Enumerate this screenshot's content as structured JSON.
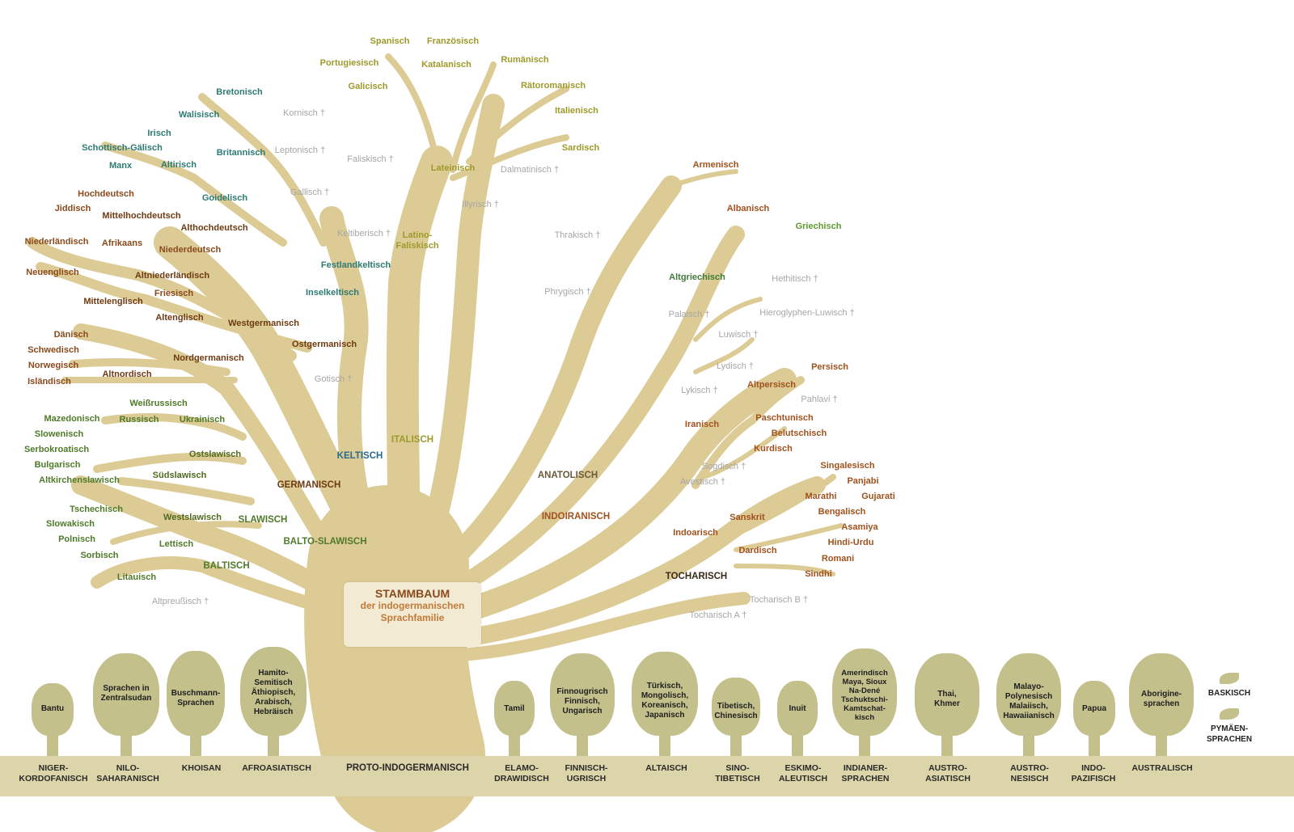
{
  "title": {
    "line1": "STAMMBAUM",
    "line2": "der indogermanischen",
    "line3": "Sprachfamilie"
  },
  "colors": {
    "trunk": "#dccb95",
    "ground": "#ddd5aa",
    "bush": "#c3c08c"
  },
  "labels": {
    "spanisch": "Spanisch",
    "franzoesisch": "Französisch",
    "portugiesisch": "Portugiesisch",
    "katalanisch": "Katalanisch",
    "rumaenisch": "Rumänisch",
    "galicisch": "Galicisch",
    "raetoromanisch": "Rätoromanisch",
    "italienisch": "Italienisch",
    "sardisch": "Sardisch",
    "lateinisch": "Lateinisch",
    "dalmatinisch": "Dalmatinisch †",
    "faliskisch": "Faliskisch †",
    "latino_faliskisch": "Latino-\nFaliskisch",
    "italisch": "ITALISCH",
    "bretonisch": "Bretonisch",
    "kornisch": "Kornisch †",
    "walisisch": "Walisisch",
    "irisch": "Irisch",
    "schottisch": "Schottisch-Gälisch",
    "britannisch": "Britannisch",
    "manx": "Manx",
    "altirisch": "Altirisch",
    "goidelisch": "Goidelisch",
    "leptonisch": "Leptonisch †",
    "gallisch": "Gallisch †",
    "keltiberisch": "Keltiberisch †",
    "festlandkeltisch": "Festlandkeltisch",
    "inselkeltisch": "Inselkeltisch",
    "keltisch": "KELTISCH",
    "hochdeutsch": "Hochdeutsch",
    "jiddisch": "Jiddisch",
    "mittelhochdeutsch": "Mittelhochdeutsch",
    "althochdeutsch": "Althochdeutsch",
    "niederlaendisch": "Niederländisch",
    "afrikaans": "Afrikaans",
    "niederdeutsch": "Niederdeutsch",
    "altniederlaendisch": "Altniederländisch",
    "neuenglisch": "Neuenglisch",
    "friesisch": "Friesisch",
    "mittelenglisch": "Mittelenglisch",
    "altenglisch": "Altenglisch",
    "westgermanisch": "Westgermanisch",
    "ostgermanisch": "Ostgermanisch",
    "gotisch": "Gotisch †",
    "daenisch": "Dänisch",
    "schwedisch": "Schwedisch",
    "norwegisch": "Norwegisch",
    "islaendisch": "Isländisch",
    "altnordisch": "Altnordisch",
    "nordgermanisch": "Nordgermanisch",
    "germanisch": "GERMANISCH",
    "weissrussisch": "Weißrussisch",
    "mazedonisch": "Mazedonisch",
    "russisch": "Russisch",
    "ukrainisch": "Ukrainisch",
    "slowenisch": "Slowenisch",
    "serbokroatisch": "Serbokroatisch",
    "ostslawisch": "Ostslawisch",
    "bulgarisch": "Bulgarisch",
    "suedslawisch": "Südslawisch",
    "altkirchenslawisch": "Altkirchenslawisch",
    "tschechisch": "Tschechisch",
    "westslawisch": "Westslawisch",
    "slowakisch": "Slowakisch",
    "slawisch": "SLAWISCH",
    "polnisch": "Polnisch",
    "balto_slawisch": "BALTO-SLAWISCH",
    "lettisch": "Lettisch",
    "sorbisch": "Sorbisch",
    "baltisch": "BALTISCH",
    "litauisch": "Litauisch",
    "altpreussisch": "Altpreußisch †",
    "armenisch": "Armenisch",
    "illyrisch": "Illyrisch †",
    "albanisch": "Albanisch",
    "thrakisch": "Thrakisch †",
    "griechisch": "Griechisch",
    "phrygisch": "Phrygisch †",
    "altgriechisch": "Altgriechisch",
    "hethitisch": "Hethitisch †",
    "palaisch": "Palaisch †",
    "hieroglyphen": "Hieroglyphen-Luwisch †",
    "luwisch": "Luwisch †",
    "lydisch": "Lydisch †",
    "persisch": "Persisch",
    "lykisch": "Lykisch †",
    "altpersisch": "Altpersisch",
    "pahlavi": "Pahlavi †",
    "iranisch": "Iranisch",
    "paschtunisch": "Paschtunisch",
    "belutschisch": "Belutschisch",
    "kurdisch": "Kurdisch",
    "anatolisch": "ANATOLISCH",
    "sogdisch": "Sogdisch †",
    "avestisch": "Avestisch †",
    "singalesisch": "Singalesisch",
    "panjabi": "Panjabi",
    "marathi": "Marathi",
    "gujarati": "Gujarati",
    "indoiranisch": "INDOIRANISCH",
    "sanskrit": "Sanskrit",
    "bengalisch": "Bengalisch",
    "indoarisch": "Indoarisch",
    "asamiya": "Asamiya",
    "hindi_urdu": "Hindi-Urdu",
    "dardisch": "Dardisch",
    "romani": "Romani",
    "sindhi": "Sindhi",
    "tocharisch": "TOCHARISCH",
    "tocharisch_b": "Tocharisch B †",
    "tocharisch_a": "Tocharisch A †"
  },
  "families": [
    {
      "name": "NIGER-\nKORDOFANISCH",
      "bush": "Bantu"
    },
    {
      "name": "NILO-\nSAHARANISCH",
      "bush": "Sprachen in\nZentralsudan"
    },
    {
      "name": "KHOISAN",
      "bush": "Buschmann-\nSprachen"
    },
    {
      "name": "AFROASIATISCH",
      "bush": "Hamito-\nSemitisch\nÄthiopisch,\nArabisch,\nHebräisch"
    },
    {
      "name": "PROTO-INDOGERMANISCH",
      "bush": ""
    },
    {
      "name": "ELAMO-\nDRAWIDISCH",
      "bush": "Tamil"
    },
    {
      "name": "FINNISCH-\nUGRISCH",
      "bush": "Finnougrisch\nFinnisch,\nUngarisch"
    },
    {
      "name": "ALTAISCH",
      "bush": "Türkisch,\nMongolisch,\nKoreanisch,\nJapanisch"
    },
    {
      "name": "SINO-\nTIBETISCH",
      "bush": "Tibetisch,\nChinesisch"
    },
    {
      "name": "ESKIMO-\nALEUTISCH",
      "bush": "Inuit"
    },
    {
      "name": "INDIANER-\nSPRACHEN",
      "bush": "Amerindisch\nMaya, Sioux\nNa-Dené\nTschuktschi-\nKamtschat-\nkisch"
    },
    {
      "name": "AUSTRO-\nASIATISCH",
      "bush": "Thai,\nKhmer"
    },
    {
      "name": "AUSTRO-\nNESISCH",
      "bush": "Malayo-\nPolynesisch\nMalaiisch,\nHawaiianisch"
    },
    {
      "name": "INDO-\nPAZIFISCH",
      "bush": "Papua"
    },
    {
      "name": "AUSTRALISCH",
      "bush": "Aborigine-\nsprachen"
    }
  ],
  "isolates": {
    "baskisch": "BASKISCH",
    "pygmaeen": "PYMÄEN-\nSPRACHEN"
  }
}
